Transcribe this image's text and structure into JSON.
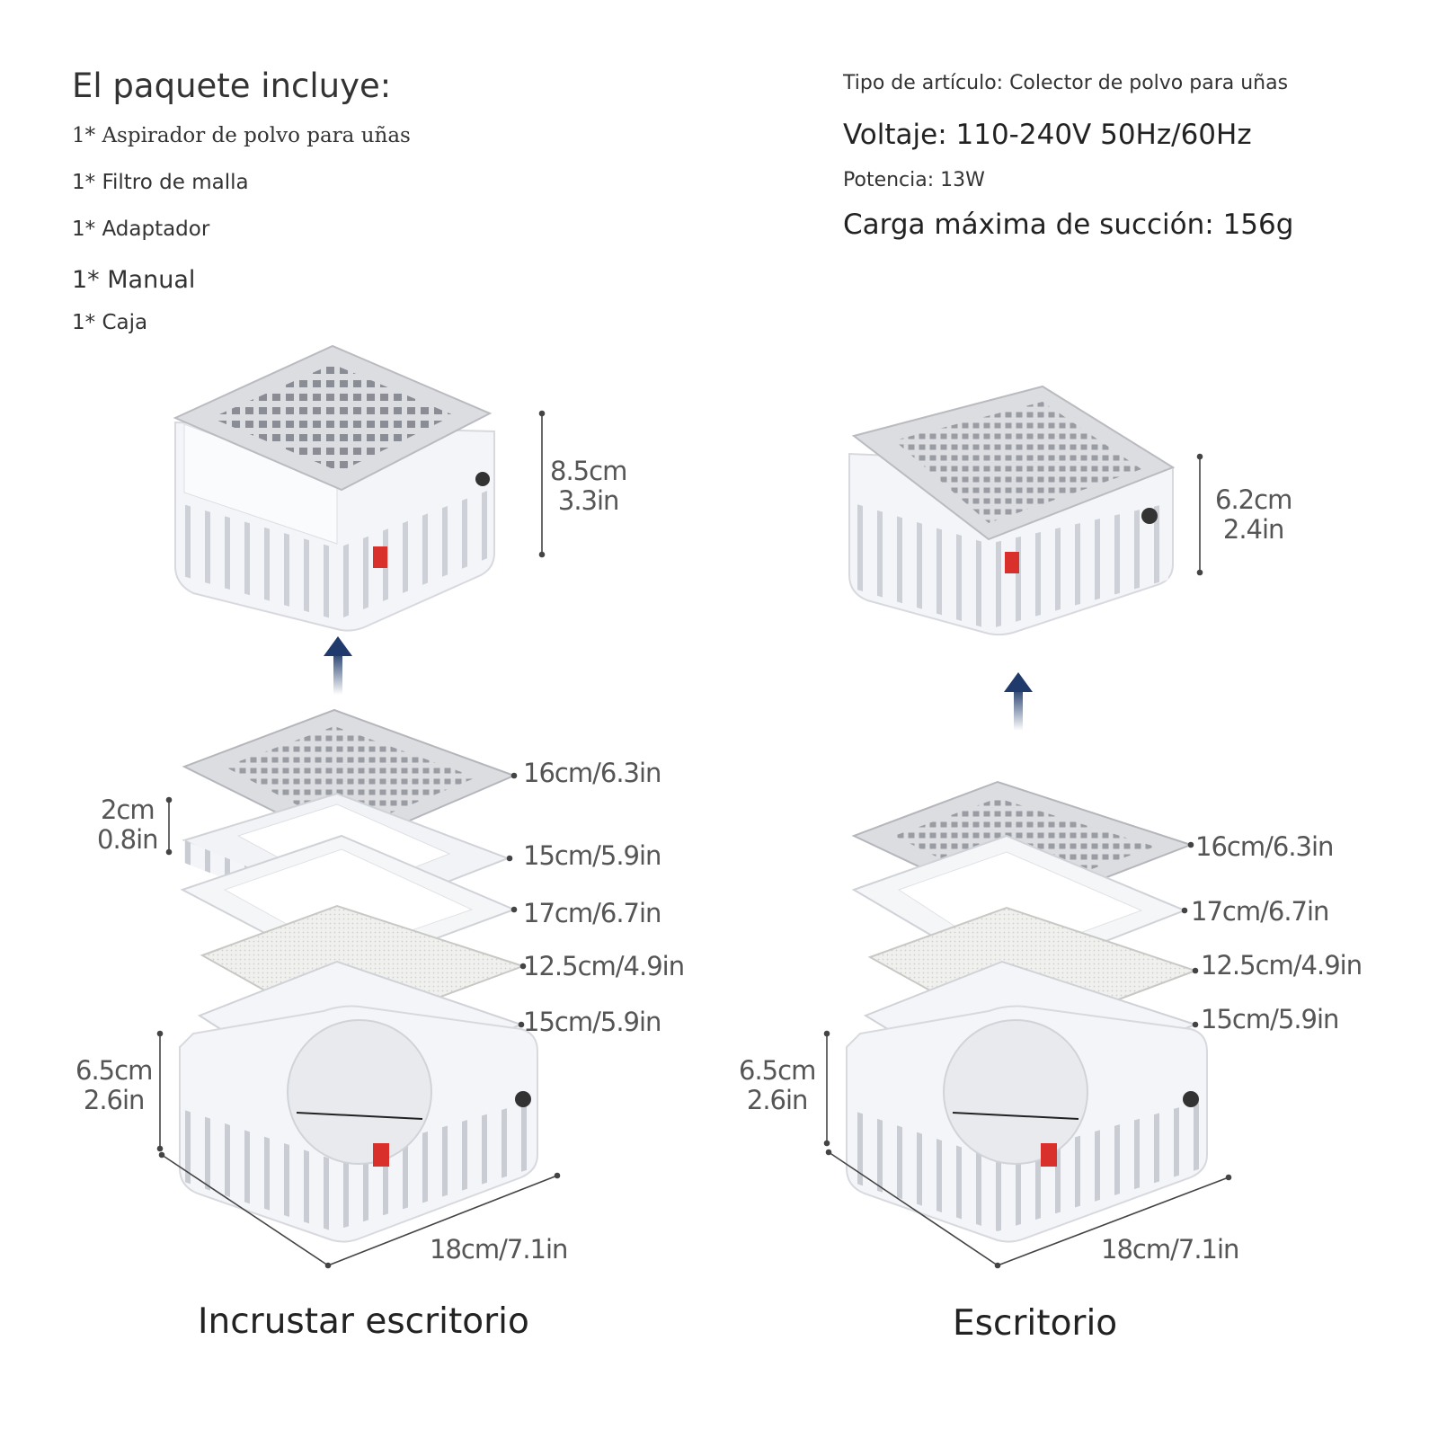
{
  "package": {
    "title": "El paquete incluye:",
    "items": [
      "1* Aspirador de polvo para uñas",
      "1* Filtro de malla",
      "1* Adaptador",
      "1* Manual",
      "1* Caja"
    ]
  },
  "specs": {
    "type": "Tipo de artículo: Colector de polvo para uñas",
    "voltage": "Voltaje: 110-240V 50Hz/60Hz",
    "power": "Potencia: 13W",
    "suction": "Carga máxima de succión: 156g"
  },
  "left": {
    "caption": "Incrustar escritorio",
    "assembled_height_cm": "8.5cm",
    "assembled_height_in": "3.3in",
    "frame_height_cm": "2cm",
    "frame_height_in": "0.8in",
    "layer_dims": [
      "16cm/6.3in",
      "15cm/5.9in",
      "17cm/6.7in",
      "12.5cm/4.9in",
      "15cm/5.9in"
    ],
    "base_height_cm": "6.5cm",
    "base_height_in": "2.6in",
    "base_width": "18cm/7.1in"
  },
  "right": {
    "caption": "Escritorio",
    "assembled_height_cm": "6.2cm",
    "assembled_height_in": "2.4in",
    "layer_dims": [
      "16cm/6.3in",
      "17cm/6.7in",
      "12.5cm/4.9in",
      "15cm/5.9in"
    ],
    "base_height_cm": "6.5cm",
    "base_height_in": "2.6in",
    "base_width": "18cm/7.1in"
  },
  "colors": {
    "switch": "#d9302b",
    "arrow": "#1f3a6b",
    "device": "#f4f5f8",
    "grille": "#dcdde0",
    "hole": "#8a8d95"
  }
}
